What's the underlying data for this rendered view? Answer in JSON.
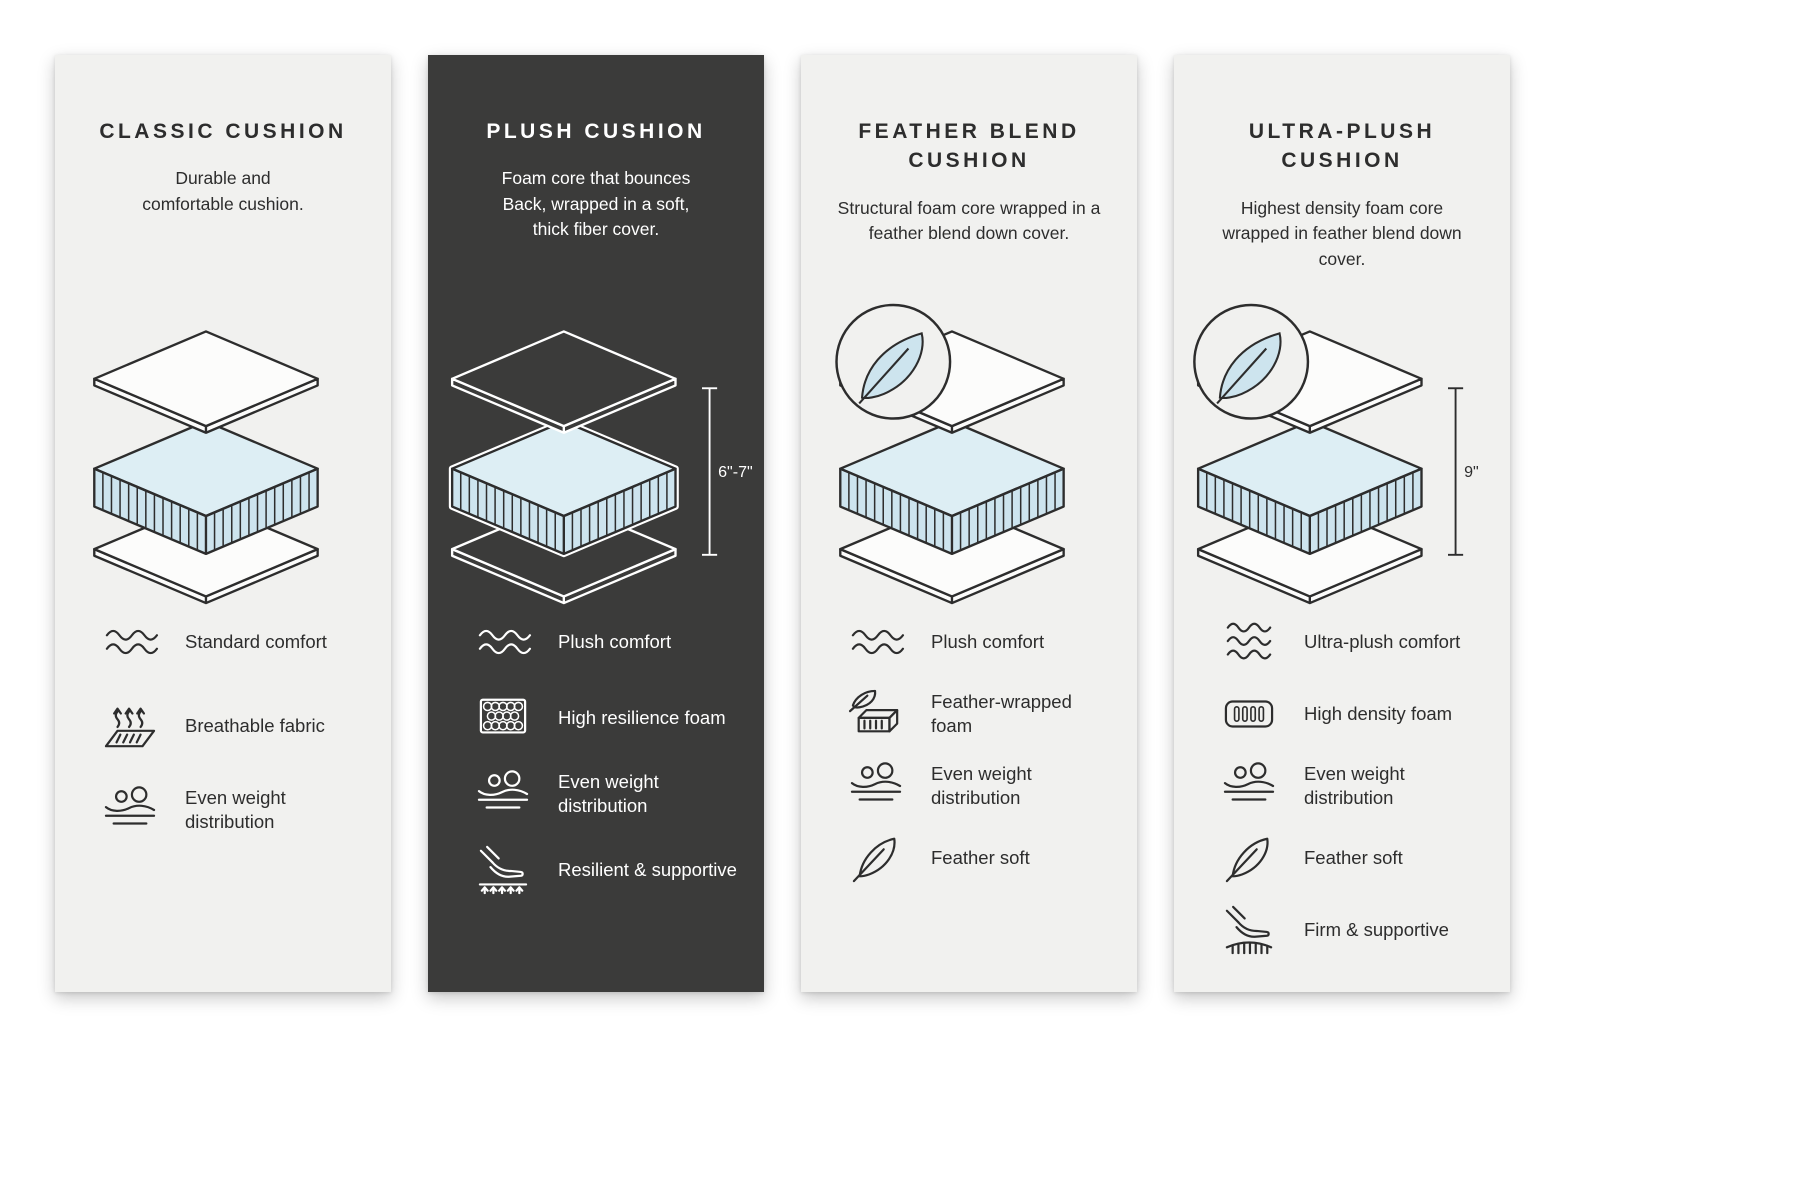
{
  "colors": {
    "page_bg": "#ffffff",
    "card_bg": "#f1f1ef",
    "dark_card_bg": "#3b3b3a",
    "text_dark": "#2d2d2d",
    "text_light": "#ffffff",
    "foam_blue": "#cde4ee",
    "outline": "#2d2d2d"
  },
  "cards": [
    {
      "id": "classic",
      "theme": "light",
      "title": "CLASSIC CUSHION",
      "description": "Durable and comfortable cushion.",
      "diagram": {
        "feather_badge": false,
        "dimension_label": ""
      },
      "features": [
        {
          "icon": "waves-icon",
          "label": "Standard comfort"
        },
        {
          "icon": "breathable-icon",
          "label": "Breathable fabric"
        },
        {
          "icon": "weight-distribution-icon",
          "label": "Even weight distribution"
        }
      ]
    },
    {
      "id": "plush",
      "theme": "dark",
      "title": "PLUSH CUSHION",
      "description": "Foam core that bounces Back, wrapped in a soft, thick fiber cover.",
      "diagram": {
        "feather_badge": false,
        "dimension_label": "6\"-7\""
      },
      "features": [
        {
          "icon": "waves-icon",
          "label": "Plush comfort"
        },
        {
          "icon": "honeycomb-icon",
          "label": "High resilience foam"
        },
        {
          "icon": "weight-distribution-icon",
          "label": "Even weight distribution"
        },
        {
          "icon": "resilient-icon",
          "label": "Resilient & supportive"
        }
      ]
    },
    {
      "id": "feather-blend",
      "theme": "light",
      "title": "FEATHER BLEND CUSHION",
      "description": "Structural foam core wrapped in a feather blend down cover.",
      "diagram": {
        "feather_badge": true,
        "dimension_label": ""
      },
      "features": [
        {
          "icon": "waves-icon",
          "label": "Plush comfort"
        },
        {
          "icon": "feather-foam-icon",
          "label": "Feather-wrapped foam"
        },
        {
          "icon": "weight-distribution-icon",
          "label": "Even weight distribution"
        },
        {
          "icon": "feather-icon",
          "label": "Feather soft"
        }
      ]
    },
    {
      "id": "ultra-plush",
      "theme": "light",
      "title": "ULTRA-PLUSH CUSHION",
      "description": "Highest density foam core wrapped in feather blend down cover.",
      "diagram": {
        "feather_badge": true,
        "dimension_label": "9\""
      },
      "features": [
        {
          "icon": "waves3-icon",
          "label": "Ultra-plush comfort"
        },
        {
          "icon": "density-foam-icon",
          "label": "High density foam"
        },
        {
          "icon": "weight-distribution-icon",
          "label": "Even weight distribution"
        },
        {
          "icon": "feather-icon",
          "label": "Feather soft"
        },
        {
          "icon": "firm-icon",
          "label": "Firm & supportive"
        }
      ]
    }
  ]
}
